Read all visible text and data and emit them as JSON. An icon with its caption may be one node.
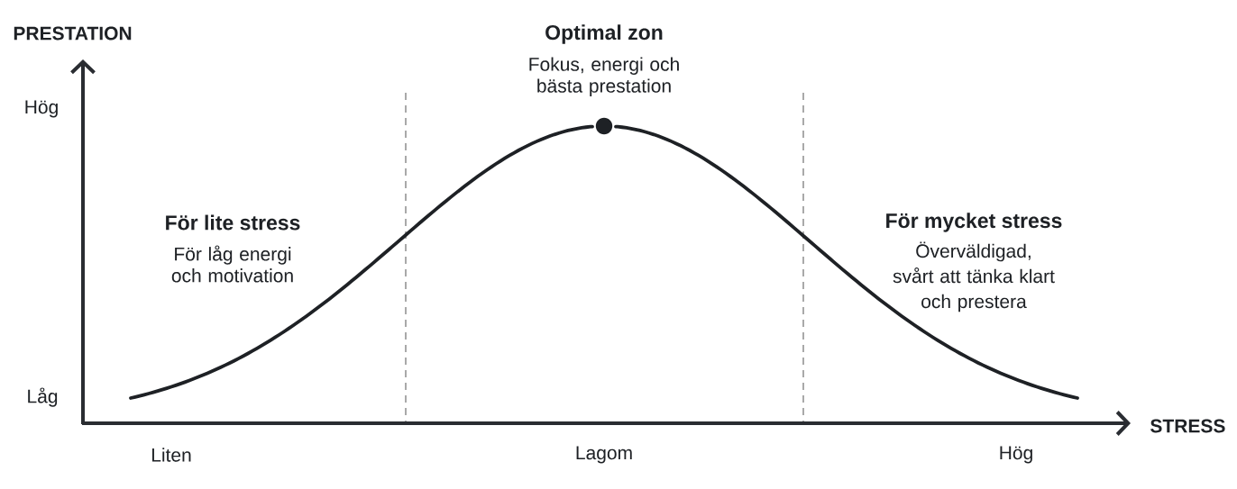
{
  "diagram": {
    "labels": [
      "PRESTATION",
      "Optimal zon",
      "Fokus, energi och bästa prestation",
      "Hög",
      "För lite stress",
      "För låg energi och motivation",
      "För mycket stress",
      "Överväldigad, svårt att tänka klart och prestera",
      "Låg",
      "STRESS",
      "Liten",
      "Lagom",
      "Hög"
    ]
  }
}
